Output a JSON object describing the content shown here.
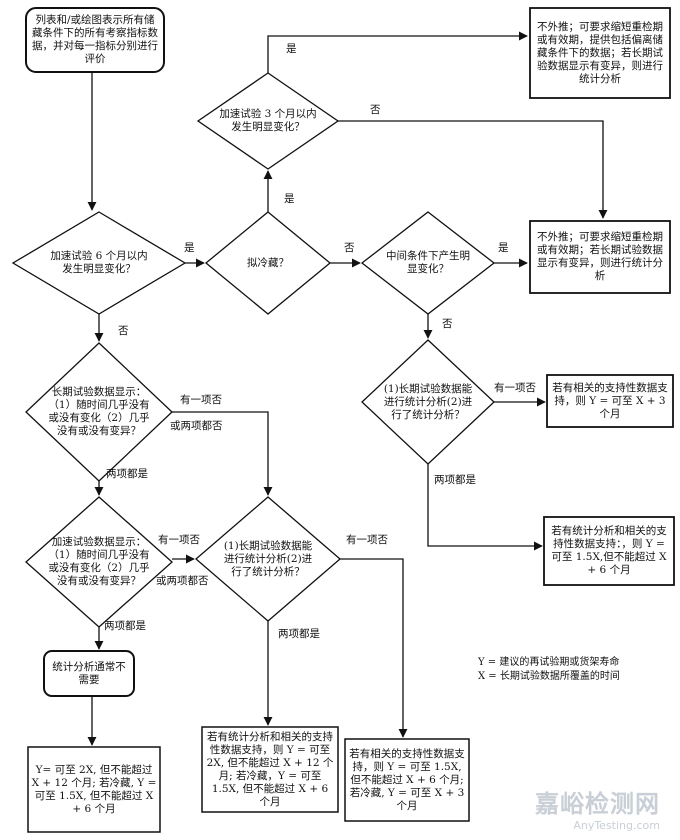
{
  "nodes": {
    "start": "列表和/或绘图表示所有储藏条件下的所有考察指标数据，并对每一指标分别进行评价",
    "d_accel6": "加速试验 6 个月以内发生明显变化？",
    "d_cold": "拟冷藏？",
    "d_accel3": "加速试验 3 个月以内发生明显变化？",
    "d_inter": "中间条件下产生明显变化？",
    "r_top": "不外推；可要求缩短重检期或有效期，提供包括偏离储藏条件下的数据；若长期试验数据显示有变异，则进行统计分析",
    "r_mid": "不外推；可要求缩短重检期或有效期；若长期试验数据显示有变异，则进行统计分析",
    "d_long1": "长期试验数据显示：（1）随时间几乎没有或没有变化（2）几乎没有或没有变异？",
    "d_accelData": "加速试验数据显示：（1）随时间几乎没有或没有变化（2）几乎没有或没有变异？",
    "d_stat_center": "(1)长期试验数据能进行统计分析(2)进行了统计分析？",
    "d_stat_right": "(1)长期试验数据能进行统计分析(2)进行了统计分析？",
    "stat_unneeded": "统计分析通常不需要",
    "r_right_a": "若有相关的支持性数据支持，则 Y = 可至 X + 3 个月",
    "r_right_b": "若有统计分析和相关的支持性数据支持：，则 Y = 可至 1.5X,但不能超过 X + 6 个月",
    "r_bottom_left": "Y= 可至 2X, 但不能超过 X + 12 个月; 若冷藏, Y = 可至 1.5X, 但不能超过 X + 6 个月",
    "r_bottom_center": "若有统计分析和相关的支持性数据支持，则 Y = 可至 2X, 但不能超过 X + 12 个月; 若冷藏，Y = 可至 1.5X, 但不能超过 X + 6 个月",
    "r_bottom_right": "若有相关的支持性数据支持，则 Y = 可至 1.5X,但不能超过 X + 6 个月; 若冷藏, Y = 可至 X + 3 个月"
  },
  "labels": {
    "yes": "是",
    "no": "否",
    "either_no": "有一项否",
    "or_both_no": "或两项都否",
    "both_yes": "两项都是"
  },
  "legend": {
    "y_def": "Y = 建议的再试验期或货架寿命",
    "x_def": "X = 长期试验数据所覆盖的时间"
  },
  "watermark": {
    "chinese": "嘉峪检测网",
    "english": "AnyTesting.com"
  }
}
